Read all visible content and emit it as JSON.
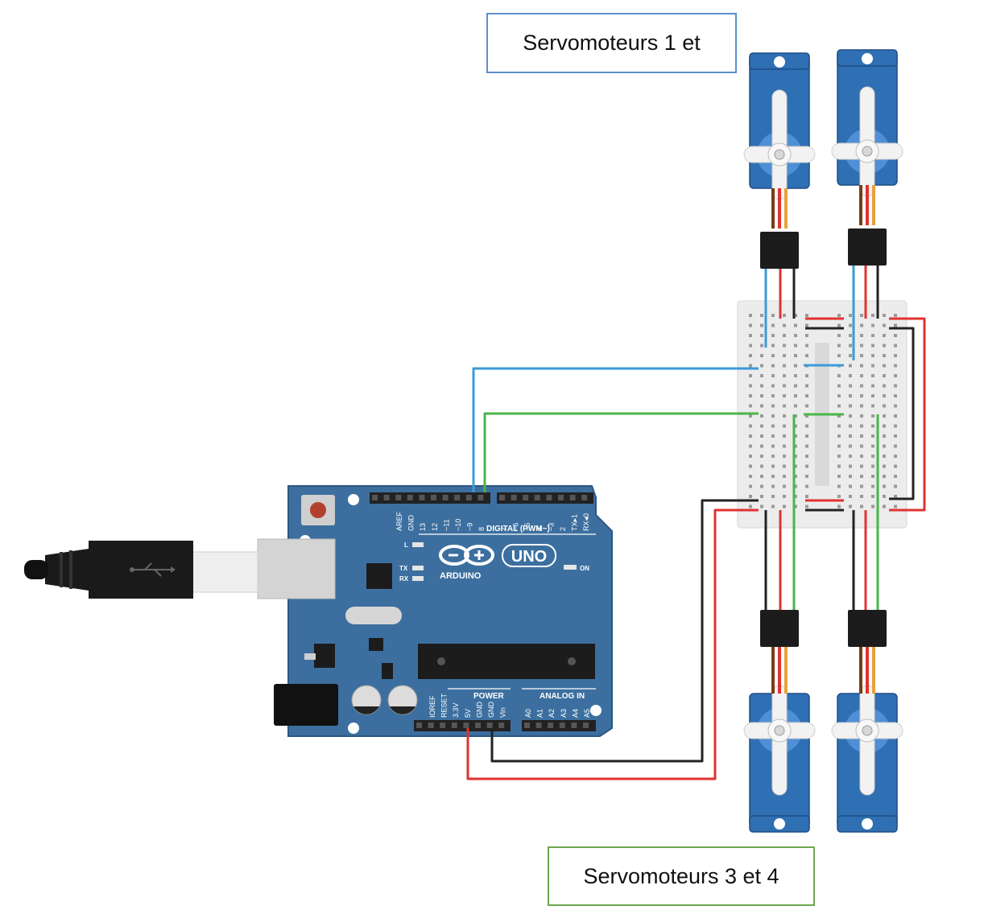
{
  "labels": {
    "top_callout": "Servomoteurs 1 et",
    "bottom_callout": "Servomoteurs 3 et 4"
  },
  "board": {
    "brand": "ARDUINO",
    "model": "UNO",
    "digital_header": "DIGITAL (PWM~)",
    "power_header": "POWER",
    "analog_header": "ANALOG IN",
    "on_label": "ON",
    "l_label": "L",
    "tx_label": "TX",
    "rx_label": "RX",
    "digital_pins": [
      "AREF",
      "GND",
      "13",
      "12",
      "~11",
      "~10",
      "~9",
      "8",
      "7",
      "~6",
      "~5",
      "4",
      "~3",
      "2",
      "TX▸1",
      "RX◂0"
    ],
    "power_pins": [
      "IOREF",
      "RESET",
      "3.3V",
      "5V",
      "GND",
      "GND",
      "Vin"
    ],
    "analog_pins": [
      "A0",
      "A1",
      "A2",
      "A3",
      "A4",
      "A5"
    ]
  },
  "colors": {
    "board": "#3c6f9f",
    "servo": "#2f6fb3",
    "wire_signal_1": "#3b9ad9",
    "wire_signal_2": "#49b649",
    "wire_power": "#e2322f",
    "wire_ground": "#222222",
    "breadboard": "#ececec",
    "callout_top_border": "#5b8ecf",
    "callout_bottom_border": "#6ea84e"
  }
}
